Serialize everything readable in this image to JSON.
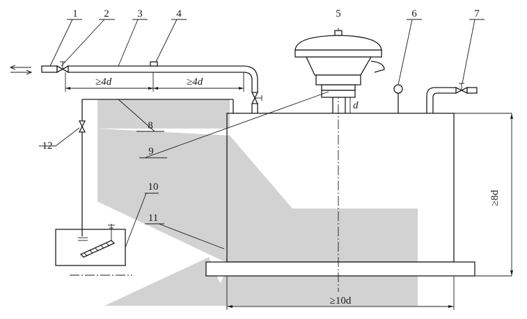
{
  "callouts": {
    "c1": "1",
    "c2": "2",
    "c3": "3",
    "c4": "4",
    "c5": "5",
    "c6": "6",
    "c7": "7",
    "c8": "8",
    "c9": "9",
    "c10": "10",
    "c11": "11",
    "c12": "12"
  },
  "dimensions": {
    "pipe_left": "≥4d",
    "pipe_right": "≥4d",
    "pipe_diameter": "d",
    "tank_height": "≥8d",
    "tank_width": "≥10d"
  },
  "colors": {
    "shade": "#cfcfcf",
    "line": "#1a1a1a"
  }
}
